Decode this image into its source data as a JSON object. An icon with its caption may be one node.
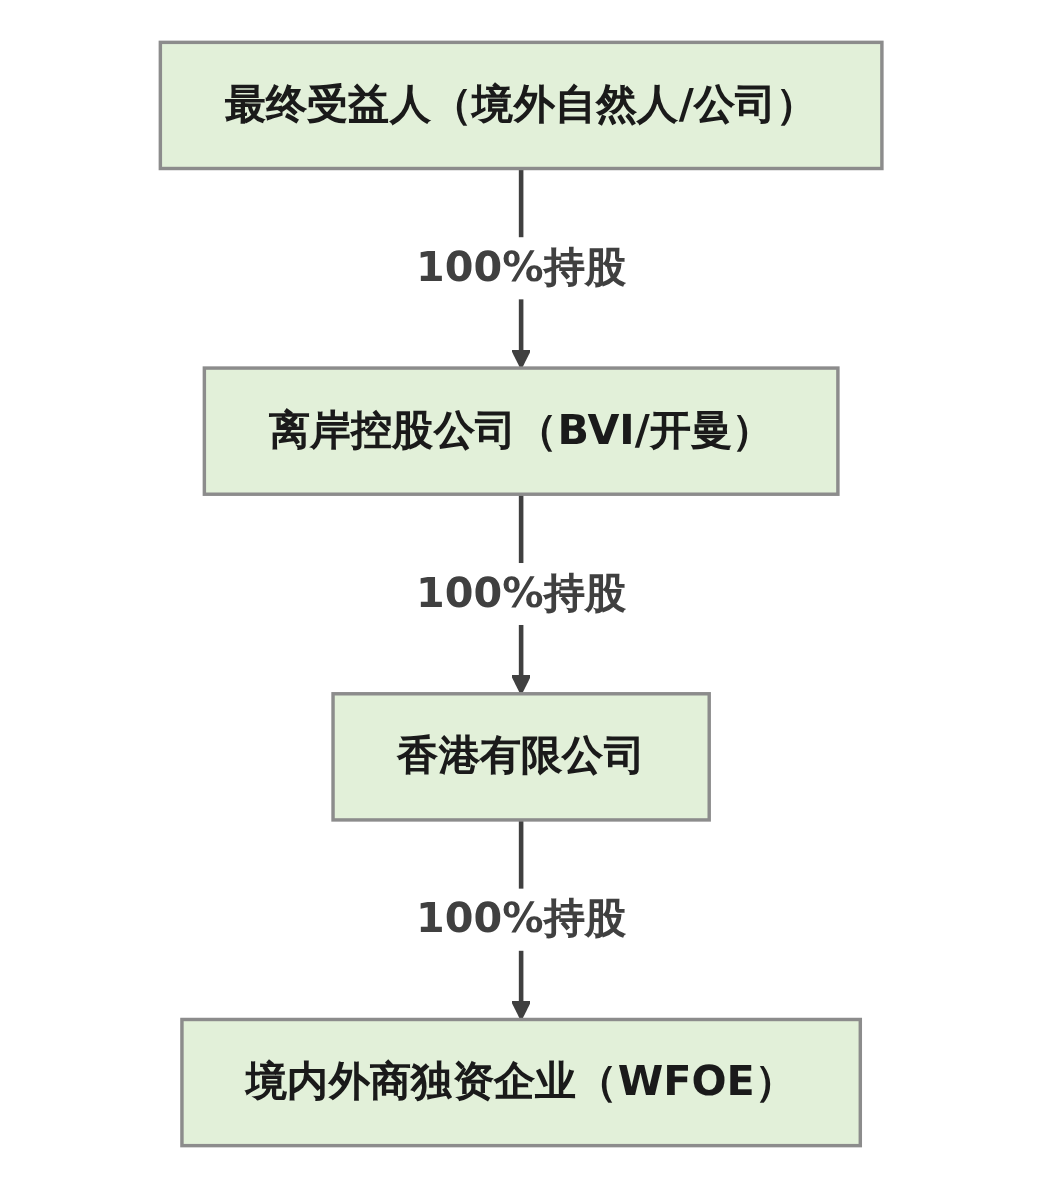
{
  "diagram": {
    "nodes": [
      {
        "text": [
          "最终受益人（境外自然人/公司）"
        ]
      },
      {
        "text": [
          "离岸控股公司（BVI/开曼）"
        ]
      },
      {
        "text": [
          "香港有限公司"
        ]
      },
      {
        "text": [
          "境内外商独资企业（WFOE）"
        ]
      }
    ],
    "edges": [
      {
        "from": 0,
        "to": 1,
        "arrow": "to",
        "label": "100%持股"
      },
      {
        "from": 1,
        "to": 2,
        "arrow": "to",
        "label": "100%持股"
      },
      {
        "from": 2,
        "to": 3,
        "arrow": "to",
        "label": "100%持股"
      }
    ]
  }
}
